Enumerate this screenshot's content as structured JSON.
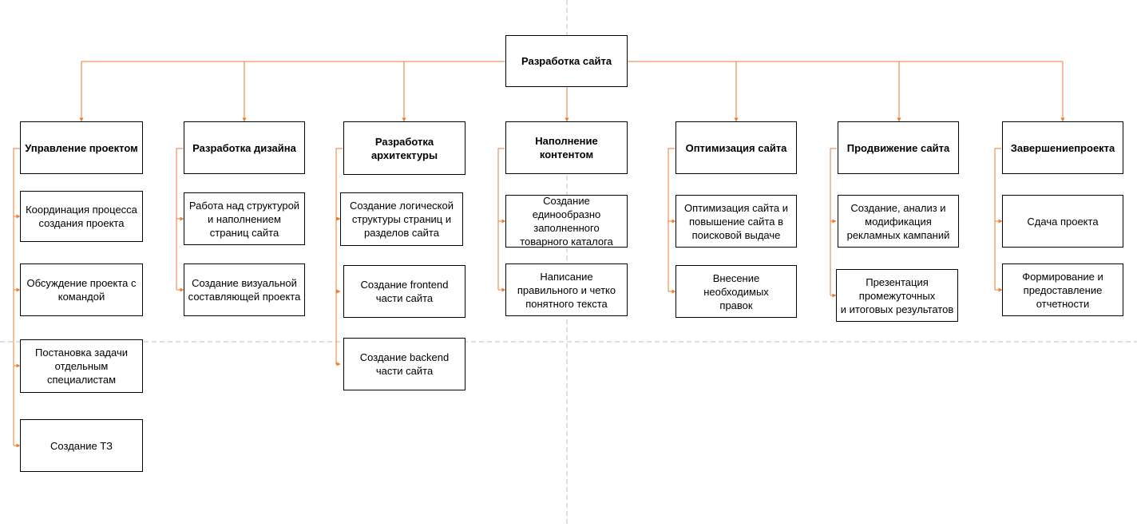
{
  "diagram": {
    "root": "Разработка сайта",
    "columns": [
      {
        "title": "Управление проектом",
        "tasks": [
          "Координация процесса\nсоздания проекта",
          "Обсуждение проекта с\nкомандой",
          "Постановка задачи\nотдельным\nспециалистам",
          "Создание ТЗ"
        ]
      },
      {
        "title": "Разработка дизайна",
        "tasks": [
          "Работа над структурой\nи наполнением\nстраниц сайта",
          "Создание визуальной\nсоставляющей проекта"
        ]
      },
      {
        "title": "Разработка\nархитектуры",
        "tasks": [
          "Создание логической\nструктуры страниц и\nразделов сайта",
          "Создание frontend\nчасти сайта",
          "Создание backend\nчасти сайта"
        ]
      },
      {
        "title": "Наполнение\nконтентом",
        "tasks": [
          "Создание\nединообразно\nзаполненного\nтоварного каталога",
          "Написание\nправильного и четко\nпонятного текста"
        ]
      },
      {
        "title": "Оптимизация сайта",
        "tasks": [
          "Оптимизация сайта и\nповышение сайта в\nпоисковой выдаче",
          "Внесение необходимых\nправок"
        ]
      },
      {
        "title": "Продвижение сайта",
        "tasks": [
          "Создание, анализ и\nмодификация\nрекламных кампаний",
          "Презентация\nпромежуточных\nи итоговых результатов"
        ]
      },
      {
        "title": "Завершениепроекта",
        "tasks": [
          "Сдача проекта",
          "Формирование и\nпредоставление\nотчетности"
        ]
      }
    ]
  },
  "colors": {
    "connector": "#ED7D31",
    "guide": "#BFBFBF",
    "border": "#000000"
  }
}
